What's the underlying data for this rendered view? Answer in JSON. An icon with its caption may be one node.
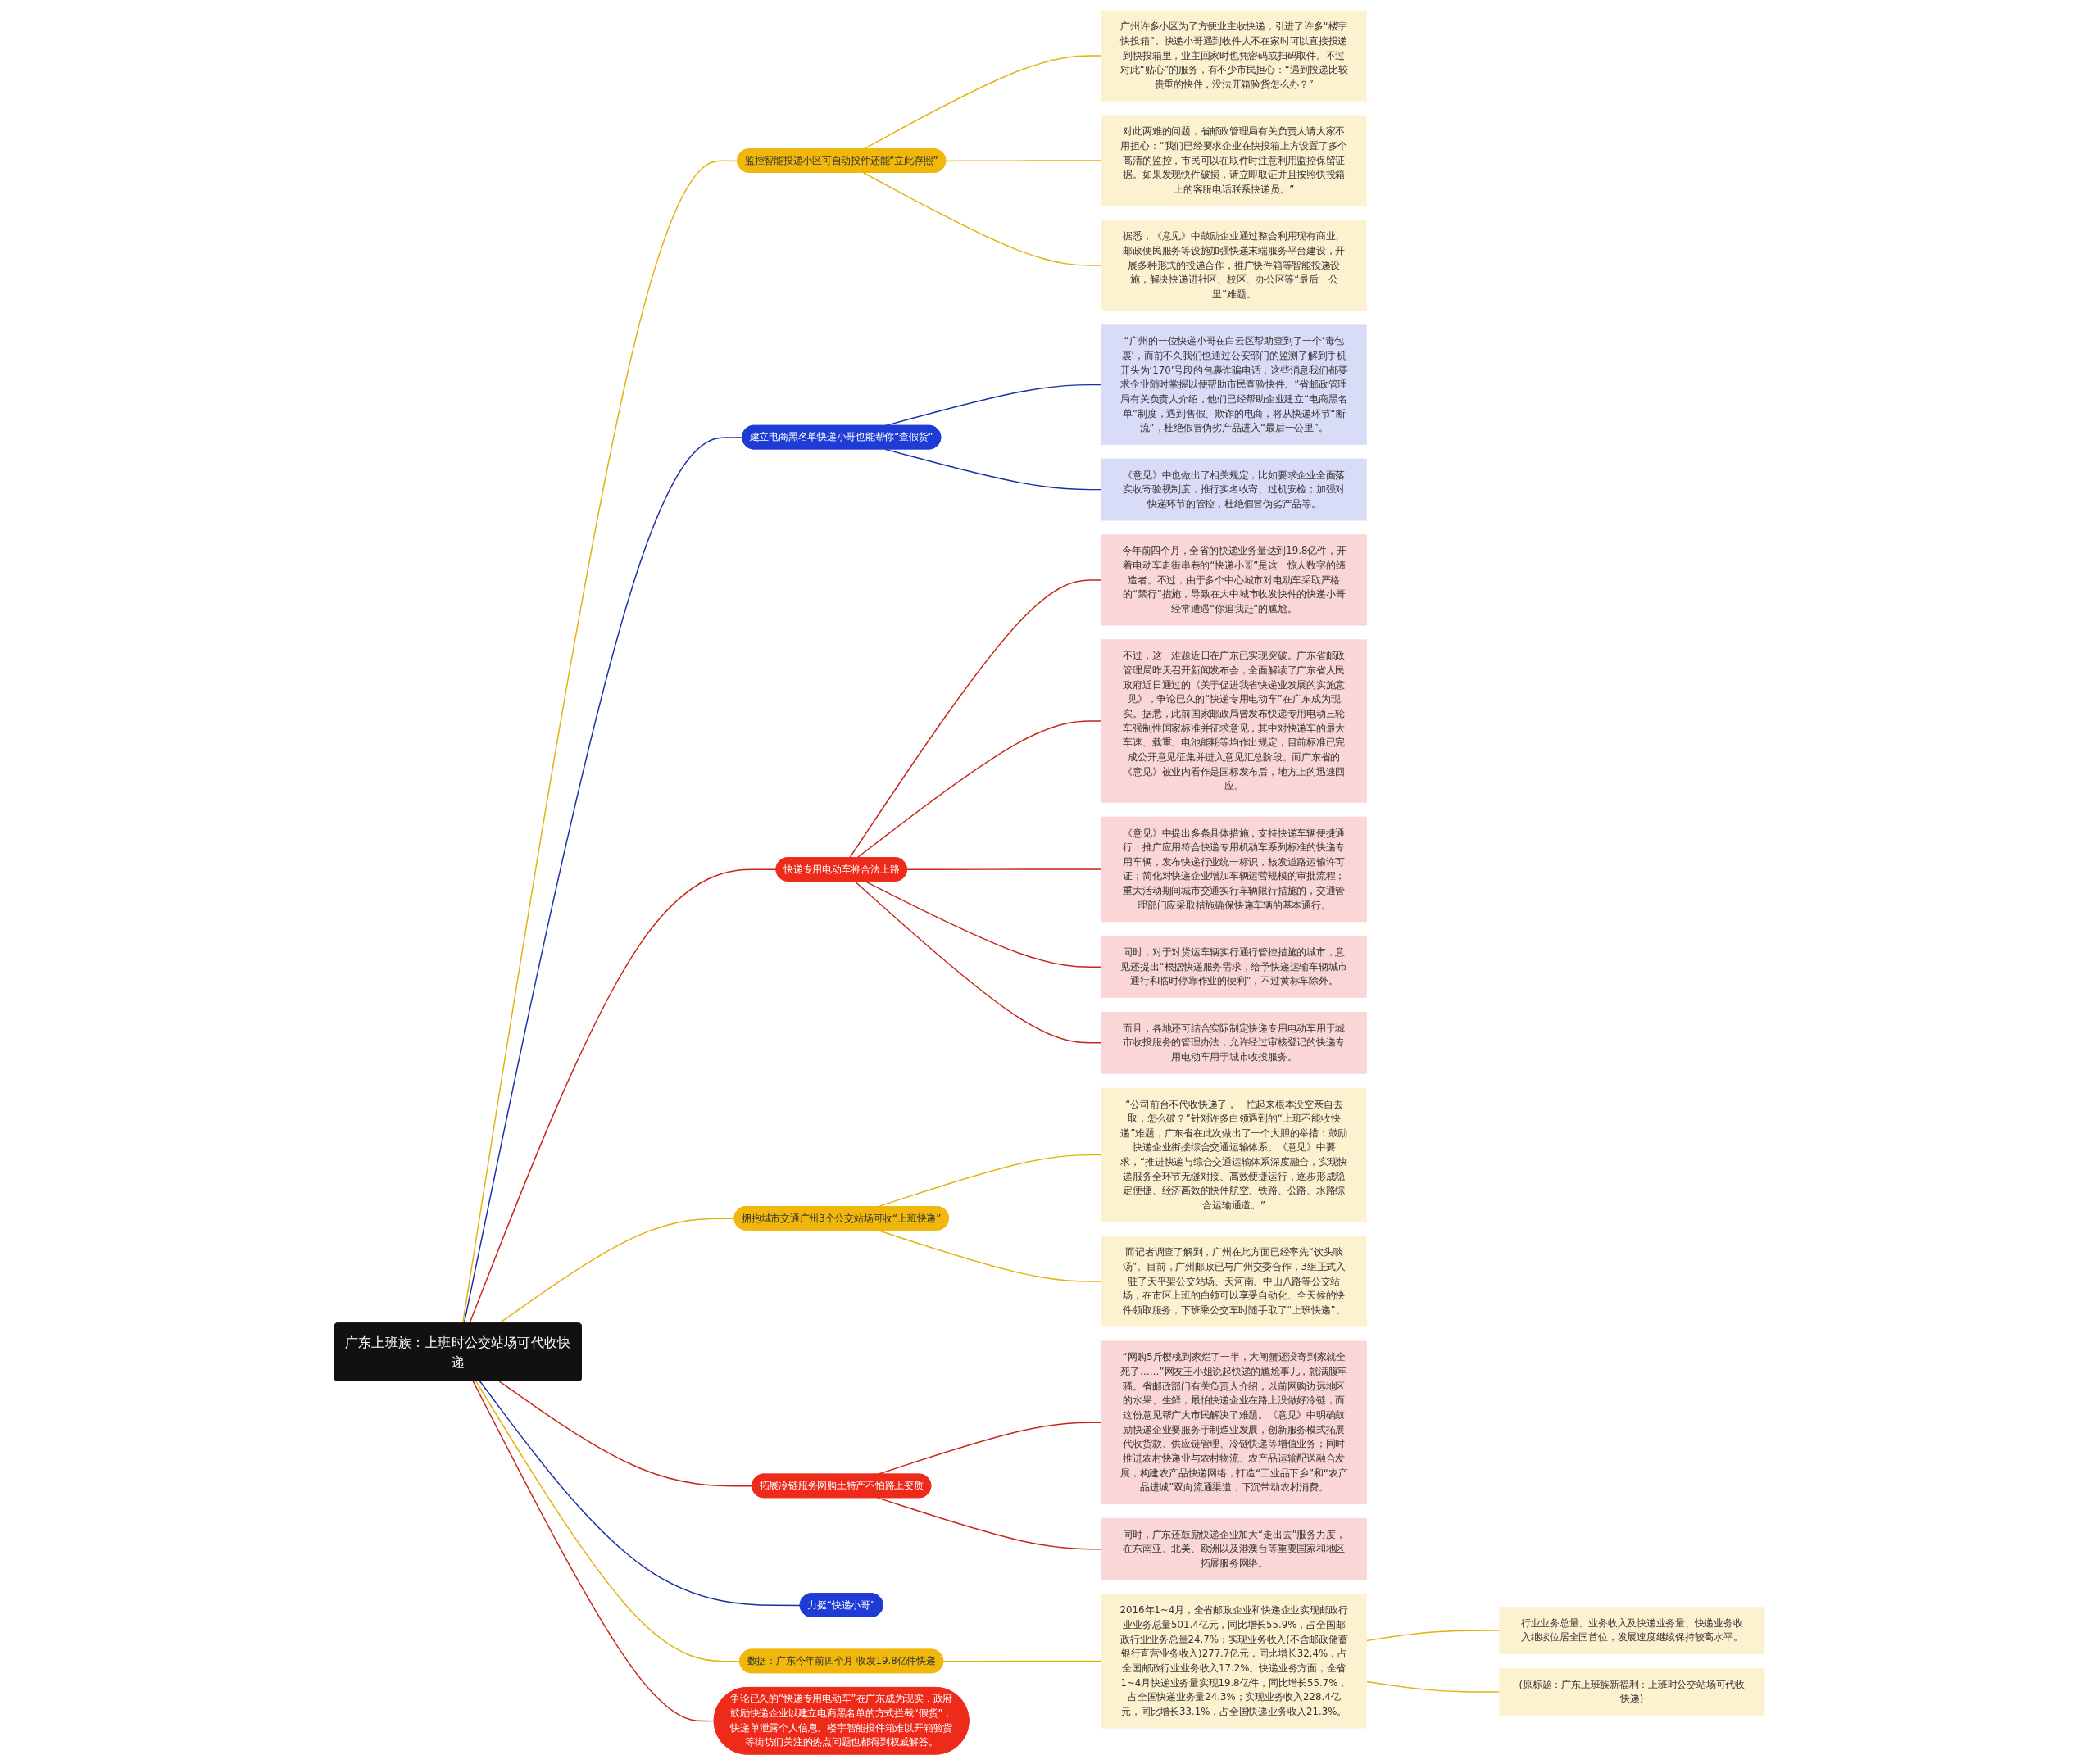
{
  "diagram": {
    "nodes": [
      {
        "text": [
          "广东上班族：上班时公交站场可代收快递"
        ]
      },
      {
        "text": [
          "争论已久的“快递专用电动车”在广东成为现实，政府鼓励快递企业以建立电商黑名单的方式拦截“假货”，快递单泄露个人信息、楼宇智能投件箱难以开箱验货等街坊们关注的热点问题也都得到权威解答。"
        ]
      },
      {
        "text": [
          "监控智能投递小区可自动投件还能“立此存照”"
        ]
      },
      {
        "text": [
          "广州许多小区为了方便业主收快递，引进了许多“楼宇快投箱”。快递小哥遇到收件人不在家时可以直接投递到快投箱里，业主回家时也凭密码或扫码取件。不过对此“贴心”的服务，有不少市民担心：“遇到投递比较贵重的快件，没法开箱验货怎么办？”"
        ]
      },
      {
        "text": [
          "对此两难的问题，省邮政管理局有关负责人请大家不用担心：“我们已经要求企业在快投箱上方设置了多个高清的监控，市民可以在取件时注意利用监控保留证据。如果发现快件破损，请立即取证并且按照快投箱上的客服电话联系快递员。”"
        ]
      },
      {
        "text": [
          "据悉，《意见》中鼓励企业通过整合利用现有商业、邮政便民服务等设施加强快递末端服务平台建设，开展多种形式的投递合作，推广快件箱等智能投递设施，解决快递进社区、校区、办公区等“最后一公里”难题。"
        ]
      },
      {
        "text": [
          "建立电商黑名单快递小哥也能帮你“查假货”"
        ]
      },
      {
        "text": [
          "“广州的一位快递小哥在白云区帮助查到了一个‘毒包裹’，而前不久我们也通过公安部门的监测了解到手机开头为‘170’号段的包裹诈骗电话，这些消息我们都要求企业随时掌握以便帮助市民查验快件。”省邮政管理局有关负责人介绍，他们已经帮助企业建立“电商黑名单”制度，遇到售假、欺诈的电商，将从快递环节“断流”，杜绝假冒伪劣产品进入“最后一公里”。"
        ]
      },
      {
        "text": [
          "《意见》中也做出了相关规定，比如要求企业全面落实收寄验视制度，推行实名收寄、过机安检；加强对快递环节的管控，杜绝假冒伪劣产品等。"
        ]
      },
      {
        "text": [
          "快递专用电动车将合法上路"
        ]
      },
      {
        "text": [
          "今年前四个月，全省的快递业务量达到19.8亿件，开着电动车走街串巷的“快递小哥”是这一惊人数字的缔造者。不过，由于多个中心城市对电动车采取严格的“禁行”措施，导致在大中城市收发快件的快递小哥经常遭遇“你追我赶”的尴尬。"
        ]
      },
      {
        "text": [
          "不过，这一难题近日在广东已实现突破。广东省邮政管理局昨天召开新闻发布会，全面解读了广东省人民政府近日通过的《关于促进我省快递业发展的实施意见》，争论已久的“快递专用电动车”在广东成为现实。据悉，此前国家邮政局曾发布快递专用电动三轮车强制性国家标准并征求意见，其中对快递车的最大车速、载重、电池能耗等均作出规定，目前标准已完成公开意见征集并进入意见汇总阶段。而广东省的《意见》被业内看作是国标发布后，地方上的迅速回应。"
        ]
      },
      {
        "text": [
          "《意见》中提出多条具体措施，支持快递车辆便捷通行：推广应用符合快递专用机动车系列标准的快递专用车辆，发布快递行业统一标识，核发道路运输许可证；简化对快递企业增加车辆运营规模的审批流程；重大活动期间城市交通实行车辆限行措施的，交通管理部门应采取措施确保快递车辆的基本通行。"
        ]
      },
      {
        "text": [
          "同时，对于对货运车辆实行通行管控措施的城市，意见还提出“根据快递服务需求，给予快递运输车辆城市通行和临时停靠作业的便利”，不过黄标车除外。"
        ]
      },
      {
        "text": [
          "而且，各地还可结合实际制定快递专用电动车用于城市收投服务的管理办法，允许经过审核登记的快递专用电动车用于城市收投服务。"
        ]
      },
      {
        "text": [
          "拥抱城市交通广州3个公交站场可收“上班快递”"
        ]
      },
      {
        "text": [
          "“公司前台不代收快递了，一忙起来根本没空亲自去取，怎么破？”针对许多白领遇到的“上班不能收快递”难题，广东省在此次做出了一个大胆的举措：鼓励快递企业衔接综合交通运输体系。《意见》中要求，“推进快递与综合交通运输体系深度融合，实现快递服务全环节无缝对接、高效便捷运行，逐步形成稳定便捷、经济高效的快件航空、铁路、公路、水路综合运输通道。”"
        ]
      },
      {
        "text": [
          "而记者调查了解到，广州在此方面已经率先“饮头啖汤”。目前，广州邮政已与广州交委合作，3组正式入驻了天平架公交站场、天河南、中山八路等公交站场，在市区上班的白领可以享受自动化、全天候的快件领取服务，下班乘公交车时随手取了“上班快递”。"
        ]
      },
      {
        "text": [
          "拓展冷链服务网购土特产不怕路上变质"
        ]
      },
      {
        "text": [
          "“网购5斤樱桃到家烂了一半，大闸蟹还没寄到家就全死了……”网友王小姐说起快递的尴尬事儿，就满腹牢骚。省邮政部门有关负责人介绍，以前网购边远地区的水果、生鲜，最怕快递企业在路上没做好冷链，而这份意见帮广大市民解决了难题。《意见》中明确鼓励快递企业要服务于制造业发展，创新服务模式拓展代收货款、供应链管理、冷链快递等增值业务；同时推进农村快递业与农村物流、农产品运输配送融合发展，构建农产品快递网络，打造“工业品下乡”和“农产品进城”双向流通渠道，下沉带动农村消费。"
        ]
      },
      {
        "text": [
          "同时，广东还鼓励快递企业加大“走出去”服务力度，在东南亚、北美、欧洲以及港澳台等重要国家和地区拓展服务网络。"
        ]
      },
      {
        "text": [
          "力挺“快递小哥”"
        ]
      },
      {
        "text": [
          "数据：广东今年前四个月 收发19.8亿件快递"
        ]
      },
      {
        "text": [
          "2016年1~4月，全省邮政企业和快递企业实现邮政行业业务总量501.4亿元，同比增长55.9%，占全国邮政行业业务总量24.7%；实现业务收入(不含邮政储蓄银行直营业务收入)277.7亿元，同比增长32.4%，占全国邮政行业业务收入17.2%。快递业务方面，全省1~4月快递业务量实现19.8亿件，同比增长55.7%，占全国快递业务量24.3%；实现业务收入228.4亿元，同比增长33.1%，占全国快递业务收入21.3%。"
        ]
      },
      {
        "text": [
          "行业业务总量、业务收入及快递业务量、快递业务收入继续位居全国首位，发展速度继续保持较高水平。"
        ]
      },
      {
        "text": [
          "(原标题：广东上班族新福利：上班时公交站场可代收快递)"
        ]
      }
    ],
    "edges": [
      {
        "from": 0,
        "to": 1,
        "arrow": "none",
        "color": "#c8261a"
      },
      {
        "from": 0,
        "to": 2,
        "arrow": "none",
        "color": "#e6b10e"
      },
      {
        "from": 2,
        "to": 3,
        "arrow": "none",
        "color": "#e6b10e"
      },
      {
        "from": 2,
        "to": 4,
        "arrow": "none",
        "color": "#e6b10e"
      },
      {
        "from": 2,
        "to": 5,
        "arrow": "none",
        "color": "#e6b10e"
      },
      {
        "from": 0,
        "to": 6,
        "arrow": "none",
        "color": "#1a2fa8"
      },
      {
        "from": 6,
        "to": 7,
        "arrow": "none",
        "color": "#1a2fa8"
      },
      {
        "from": 6,
        "to": 8,
        "arrow": "none",
        "color": "#1a2fa8"
      },
      {
        "from": 0,
        "to": 9,
        "arrow": "none",
        "color": "#c8261a"
      },
      {
        "from": 9,
        "to": 10,
        "arrow": "none",
        "color": "#c8261a"
      },
      {
        "from": 9,
        "to": 11,
        "arrow": "none",
        "color": "#c8261a"
      },
      {
        "from": 9,
        "to": 12,
        "arrow": "none",
        "color": "#c8261a"
      },
      {
        "from": 9,
        "to": 13,
        "arrow": "none",
        "color": "#c8261a"
      },
      {
        "from": 9,
        "to": 14,
        "arrow": "none",
        "color": "#c8261a"
      },
      {
        "from": 0,
        "to": 15,
        "arrow": "none",
        "color": "#e6b10e"
      },
      {
        "from": 15,
        "to": 16,
        "arrow": "none",
        "color": "#e6b10e"
      },
      {
        "from": 15,
        "to": 17,
        "arrow": "none",
        "color": "#e6b10e"
      },
      {
        "from": 0,
        "to": 18,
        "arrow": "none",
        "color": "#c8261a"
      },
      {
        "from": 18,
        "to": 19,
        "arrow": "none",
        "color": "#c8261a"
      },
      {
        "from": 18,
        "to": 20,
        "arrow": "none",
        "color": "#c8261a"
      },
      {
        "from": 0,
        "to": 21,
        "arrow": "none",
        "color": "#1a2fa8"
      },
      {
        "from": 0,
        "to": 22,
        "arrow": "none",
        "color": "#e6b10e"
      },
      {
        "from": 22,
        "to": 23,
        "arrow": "none",
        "color": "#e6b10e"
      },
      {
        "from": 23,
        "to": 24,
        "arrow": "none",
        "color": "#e6b10e"
      },
      {
        "from": 23,
        "to": 25,
        "arrow": "none",
        "color": "#e6b10e"
      }
    ]
  }
}
